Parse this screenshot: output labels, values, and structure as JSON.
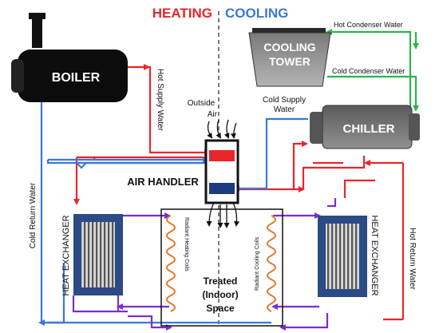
{
  "header": {
    "heating": "HEATING",
    "cooling": "COOLING"
  },
  "labels": {
    "boiler": "BOILER",
    "cooling_tower_line1": "COOLING",
    "cooling_tower_line2": "TOWER",
    "chiller": "CHILLER",
    "air_handler": "AIR HANDLER",
    "outside_air_line1": "Outside",
    "outside_air_line2": "Air",
    "hot_condenser_water": "Hot Condenser Water",
    "cold_condenser_water": "Cold Condenser Water",
    "cold_supply_water_line1": "Cold Supply",
    "cold_supply_water_line2": "Water",
    "hot_supply_water": "Hot Supply Water",
    "cold_return_water": "Cold Return Water",
    "hot_return_water": "Hot Return Water",
    "heat_exchanger": "HEAT EXCHANGER",
    "radiant_heating_coils": "Radiant Heating Coils",
    "radiant_cooling_coils": "Radiant Cooling Coils",
    "treated_line1": "Treated",
    "treated_line2": "(Indoor)",
    "treated_line3": "Space"
  },
  "colors": {
    "hot": "#e8262a",
    "cold": "#3a78d8",
    "condenser": "#2fb34a",
    "loop": "#7a2fc8",
    "equipment": "#111111",
    "coil": "#e07a2a",
    "exchanger_frame": "#2c4a86"
  },
  "icons": [
    "smokestack-icon",
    "flow-arrow-icon",
    "coil-icon",
    "fan-icon"
  ]
}
